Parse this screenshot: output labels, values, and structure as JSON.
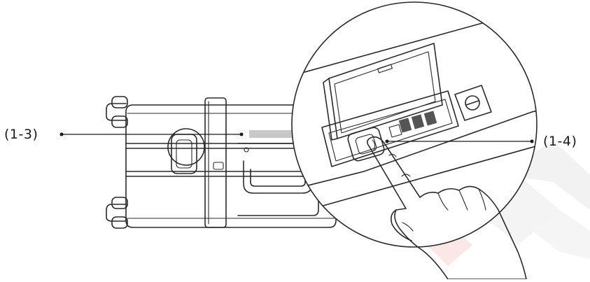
{
  "callouts": {
    "left_label": "(1-3)",
    "right_label": "(1-4)"
  },
  "colors": {
    "ink": "#2a2a2a",
    "watermark_orange": "#f4a46a",
    "watermark_red": "#f2b6b0",
    "watermark_gray": "#e6e6e6"
  },
  "icons": [
    "suitcase-illustration",
    "combination-lock-illustration",
    "pointing-hand-illustration",
    "keyhole-icon"
  ]
}
